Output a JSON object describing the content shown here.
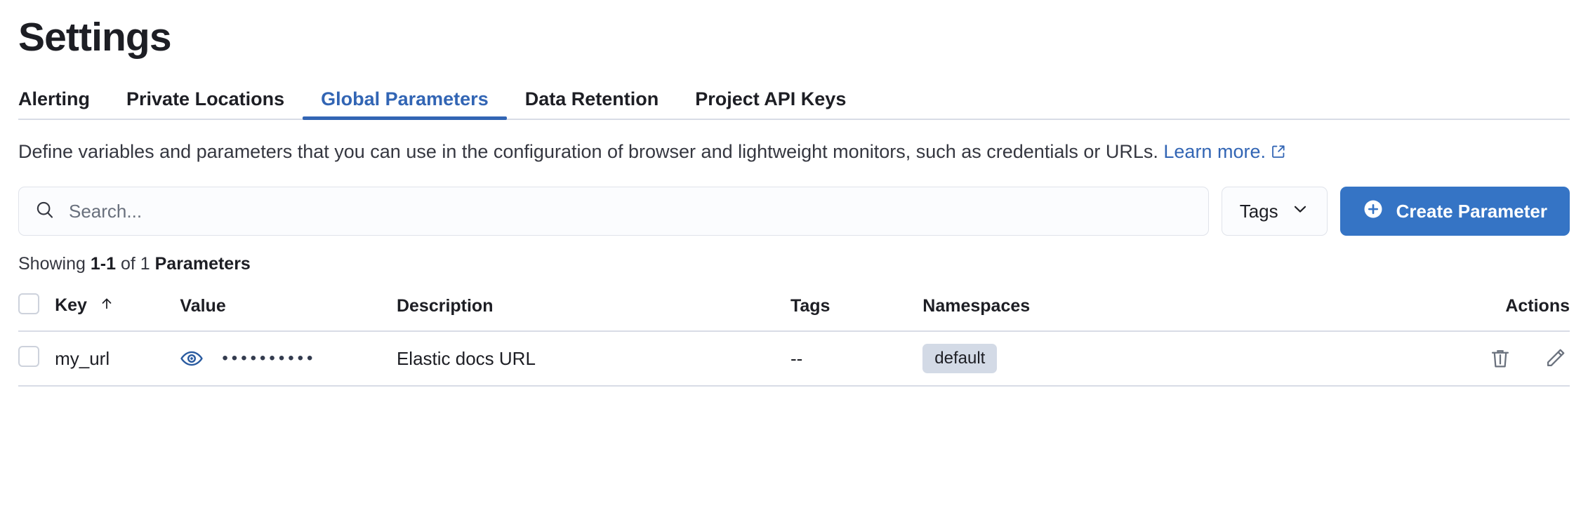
{
  "header": {
    "title": "Settings"
  },
  "tabs": [
    {
      "label": "Alerting",
      "active": false
    },
    {
      "label": "Private Locations",
      "active": false
    },
    {
      "label": "Global Parameters",
      "active": true
    },
    {
      "label": "Data Retention",
      "active": false
    },
    {
      "label": "Project API Keys",
      "active": false
    }
  ],
  "description": {
    "text": "Define variables and parameters that you can use in the configuration of browser and lightweight monitors, such as credentials or URLs.",
    "link_text": "Learn more.",
    "external_icon": "external-link-icon"
  },
  "controls": {
    "search": {
      "placeholder": "Search...",
      "value": "",
      "icon": "search-icon"
    },
    "tags_filter": {
      "label": "Tags",
      "icon": "chevron-down-icon"
    },
    "create_button": {
      "label": "Create Parameter",
      "icon": "plus-circle-icon"
    }
  },
  "results": {
    "prefix": "Showing",
    "range": "1-1",
    "of": "of",
    "total": "1",
    "entity": "Parameters"
  },
  "table": {
    "columns": [
      {
        "key": "select",
        "label": "",
        "name": "select-all-checkbox"
      },
      {
        "key": "key",
        "label": "Key",
        "sorted": "asc"
      },
      {
        "key": "value",
        "label": "Value"
      },
      {
        "key": "description",
        "label": "Description"
      },
      {
        "key": "tags",
        "label": "Tags"
      },
      {
        "key": "namespaces",
        "label": "Namespaces"
      },
      {
        "key": "actions",
        "label": "Actions"
      }
    ],
    "rows": [
      {
        "selected": false,
        "key": "my_url",
        "value_masked": "••••••••••",
        "value_toggle_icon": "eye-icon",
        "description": "Elastic docs URL",
        "tags": "--",
        "namespaces": [
          "default"
        ],
        "actions": [
          "trash-icon",
          "pencil-icon"
        ]
      }
    ]
  },
  "colors": {
    "accent": "#3265b4",
    "primary_button": "#3574c5",
    "text": "#1d1e24",
    "muted_text": "#353740",
    "border": "#d8dce6",
    "badge_bg": "#d3dae6"
  }
}
